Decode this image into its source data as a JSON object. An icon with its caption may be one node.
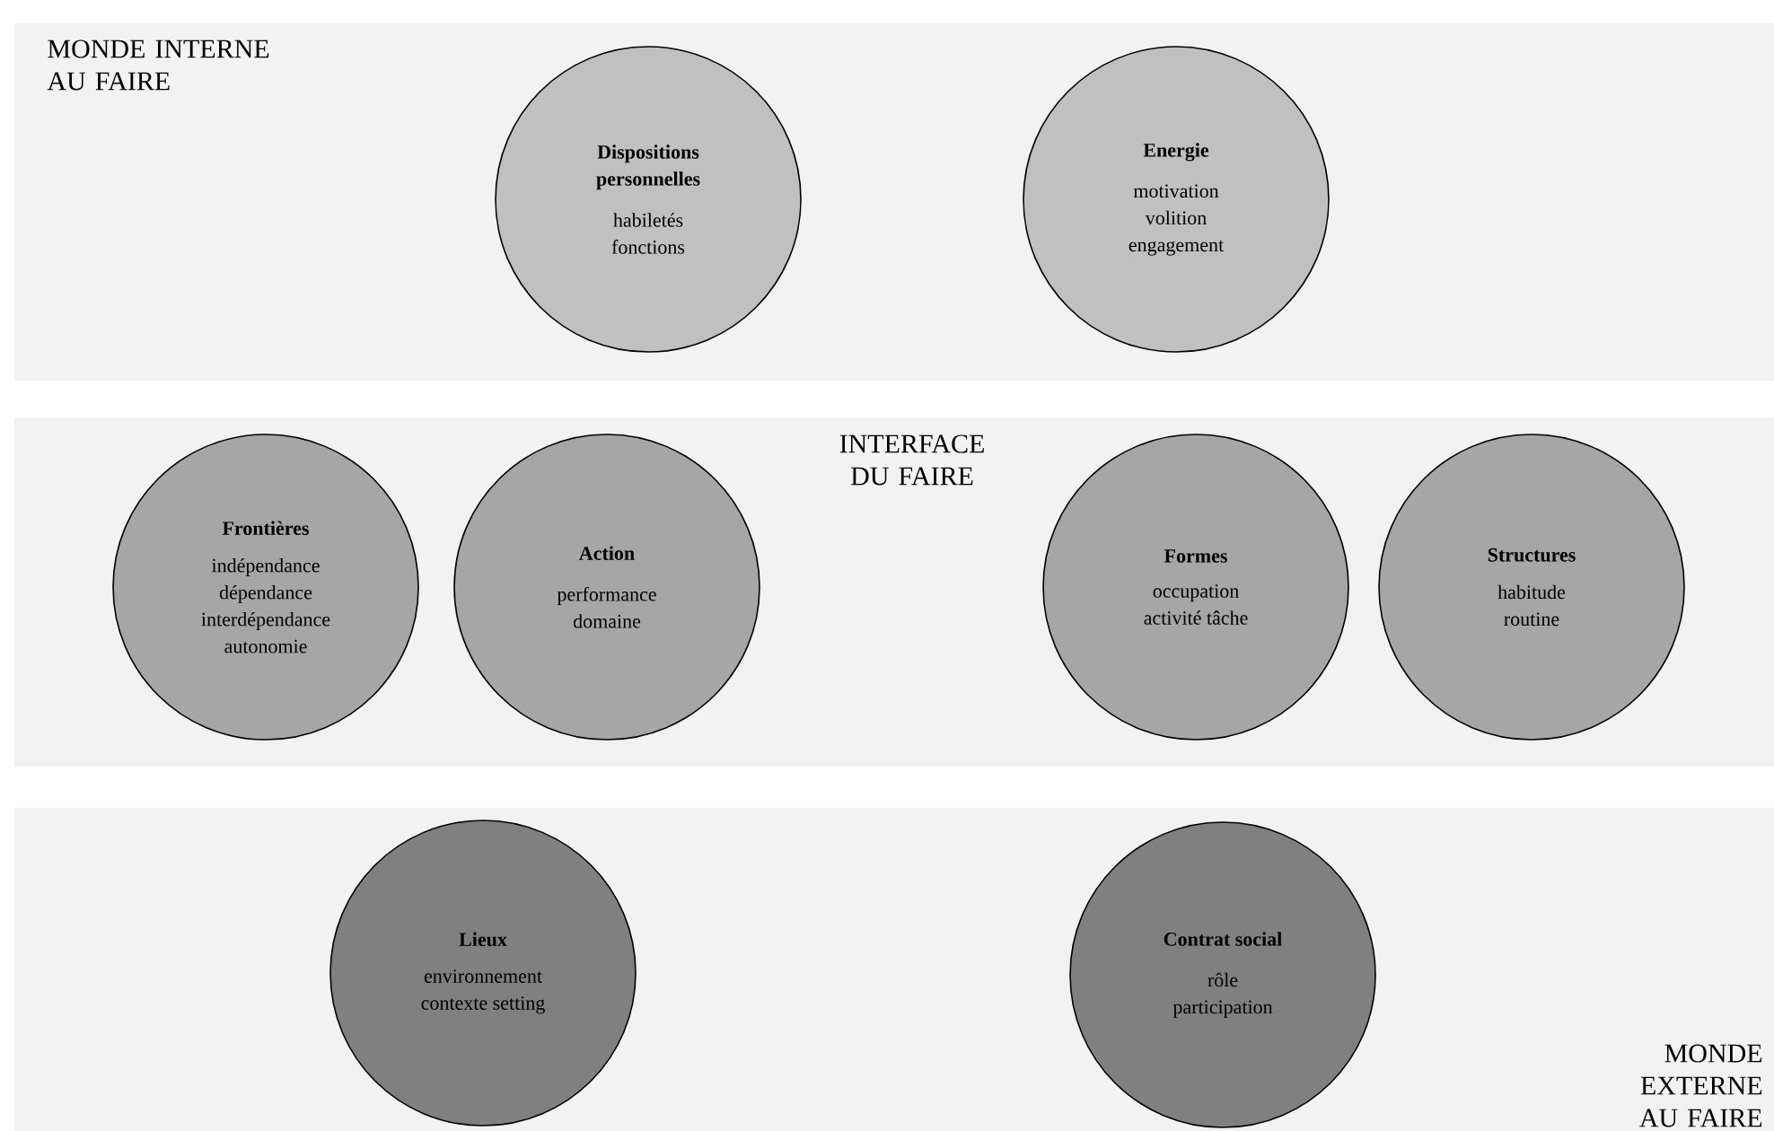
{
  "diagram": {
    "nodes": [
      {
        "text": [
          "MONDE INTERNE AU FAIRE"
        ]
      },
      {
        "text": [
          "Dispositions personnelles",
          "habiletés fonctions"
        ],
        "in": 0
      },
      {
        "text": [
          "Energie",
          "motivation volition engagement"
        ],
        "in": 0
      },
      {
        "text": [
          "INTERFACE DU FAIRE"
        ]
      },
      {
        "text": [
          "Frontières",
          "indépendance dépendance interdépendance autonomie"
        ],
        "in": 3
      },
      {
        "text": [
          "Action",
          "performance domaine"
        ],
        "in": 3
      },
      {
        "text": [
          "Formes",
          "occupation activité tâche"
        ],
        "in": 3
      },
      {
        "text": [
          "Structures",
          "habitude routine"
        ],
        "in": 3
      },
      {
        "text": [
          "MONDE EXTERNE AU FAIRE"
        ]
      },
      {
        "text": [
          "Lieux",
          "environnement contexte setting"
        ],
        "in": 8
      },
      {
        "text": [
          "Contrat social",
          "rôle participation"
        ],
        "in": 8
      }
    ]
  }
}
